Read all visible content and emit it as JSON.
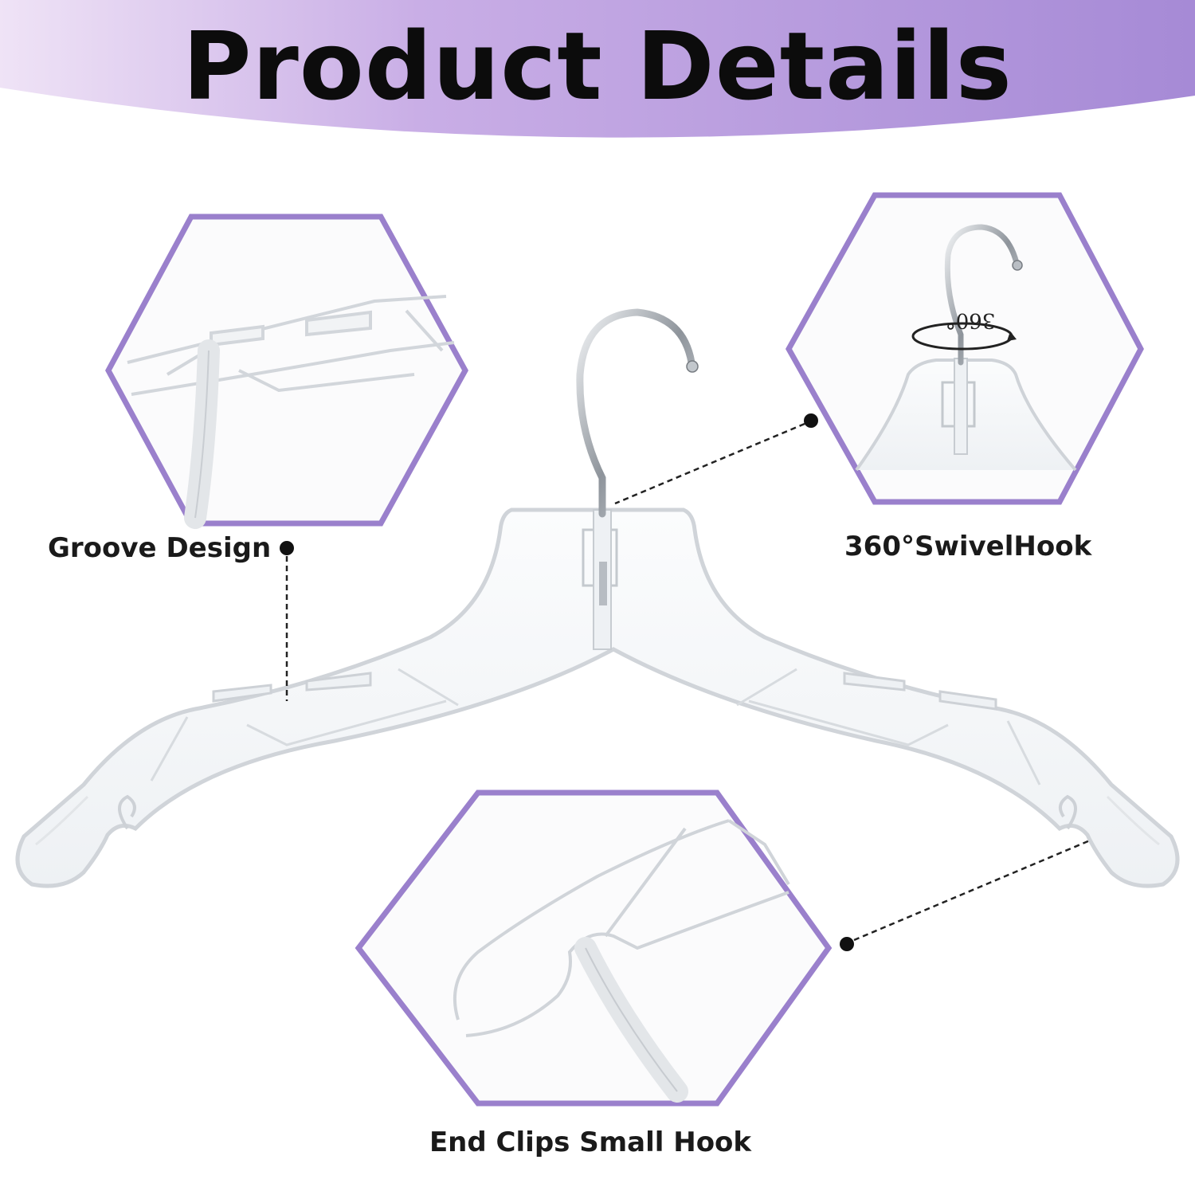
{
  "header": {
    "title": "Product Details"
  },
  "callouts": {
    "groove": {
      "label": "Groove Design"
    },
    "swivel": {
      "label": "360°SwivelHook",
      "rotation_badge": "360°"
    },
    "end_clips": {
      "label": "End Clips Small Hook"
    }
  },
  "colors": {
    "banner_left": "#e7d9f2",
    "banner_mid": "#c3a6e2",
    "banner_right": "#a789d6",
    "hexagon_border": "#9a80cc",
    "hook_metal": "#8a8f96",
    "hanger_outline": "#d4d8dd",
    "leader_line": "#222222"
  }
}
